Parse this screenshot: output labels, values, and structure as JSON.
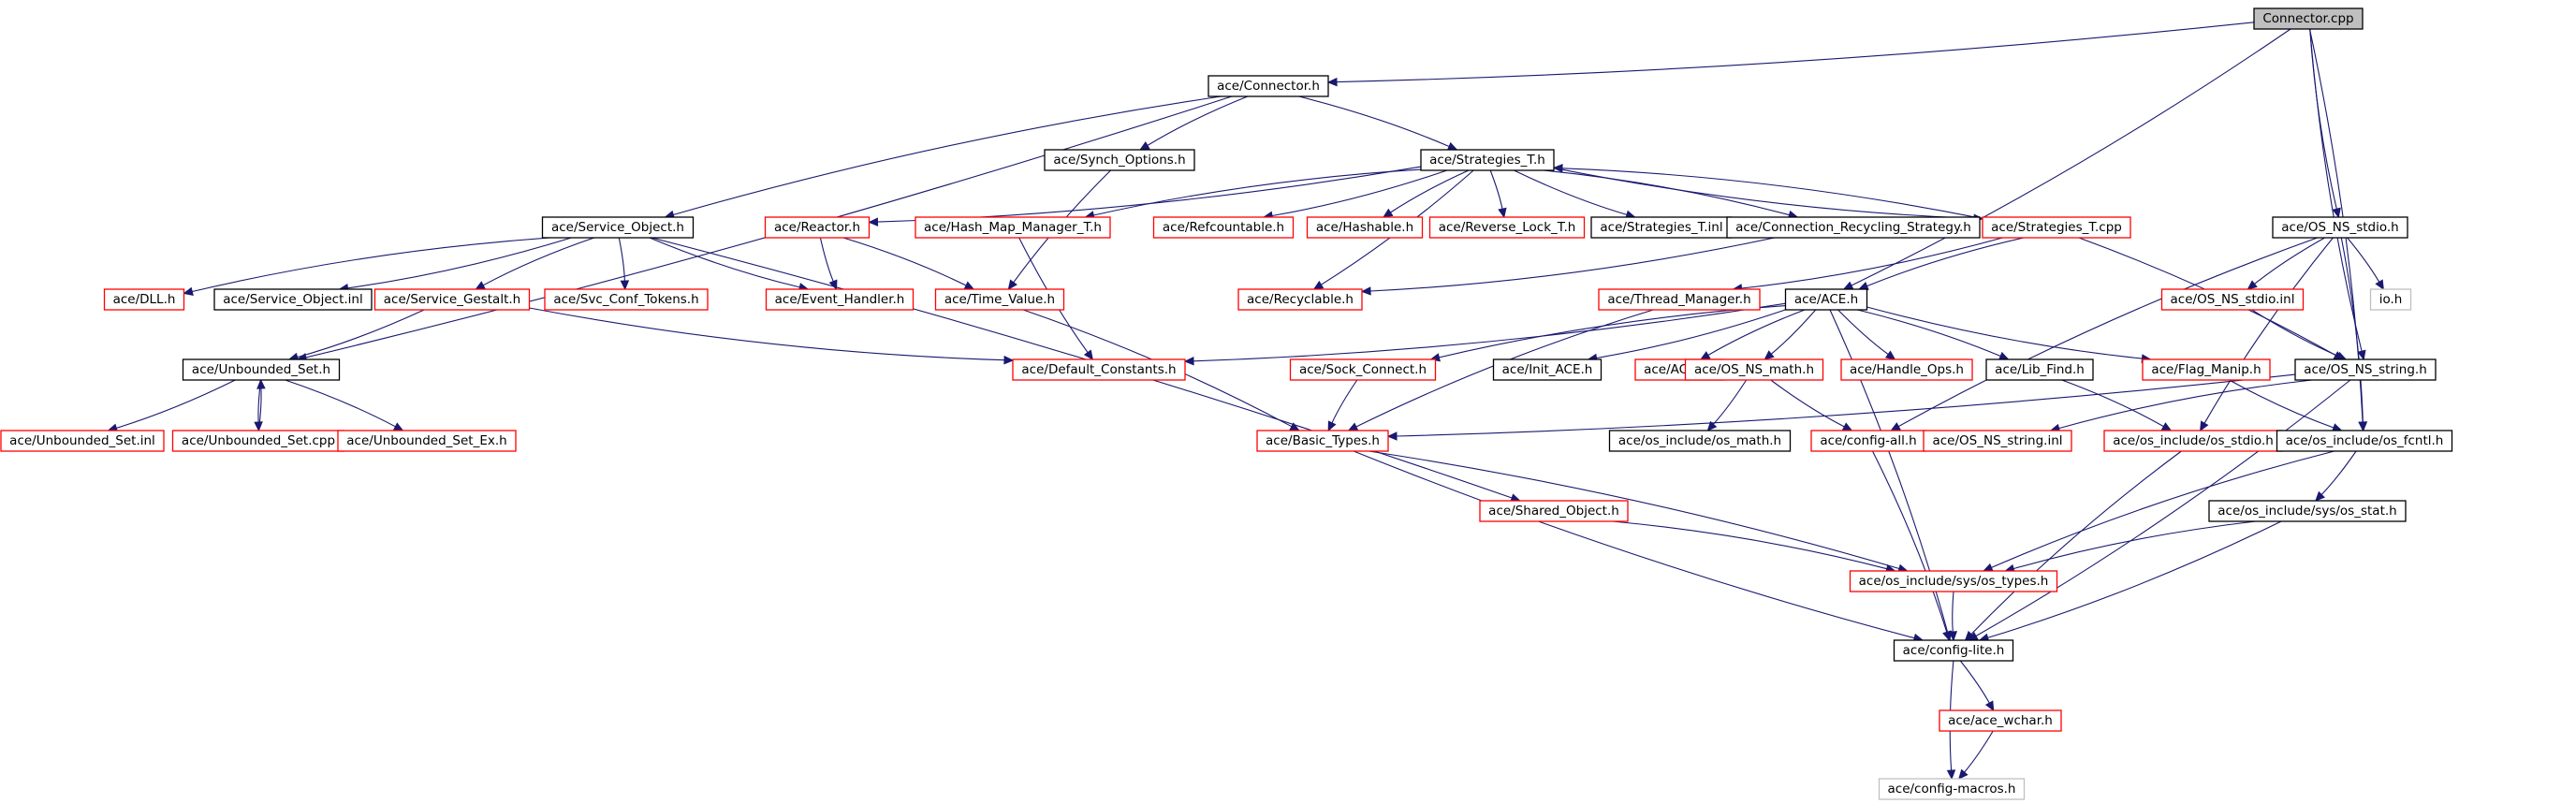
{
  "diagram": {
    "type": "include-dependency-graph",
    "colors": {
      "edge": "#191970",
      "border_documented": "#000000",
      "border_undocumented": "#ff0000",
      "border_external": "#bfbfbf",
      "root_fill": "#bfbfbf"
    },
    "nodes": [
      {
        "id": "n0",
        "label": "Connector.cpp",
        "style": "root"
      },
      {
        "id": "n1",
        "label": "ace/Connector.h",
        "style": "black"
      },
      {
        "id": "n2",
        "label": "ace/Synch_Options.h",
        "style": "black"
      },
      {
        "id": "n3",
        "label": "ace/Strategies_T.h",
        "style": "black"
      },
      {
        "id": "n4",
        "label": "ace/Service_Object.h",
        "style": "black"
      },
      {
        "id": "n5",
        "label": "ace/Reactor.h",
        "style": "red"
      },
      {
        "id": "n6",
        "label": "ace/Hash_Map_Manager_T.h",
        "style": "red"
      },
      {
        "id": "n7",
        "label": "ace/Refcountable.h",
        "style": "red"
      },
      {
        "id": "n8",
        "label": "ace/Hashable.h",
        "style": "red"
      },
      {
        "id": "n9",
        "label": "ace/Reverse_Lock_T.h",
        "style": "red"
      },
      {
        "id": "n10",
        "label": "ace/Strategies_T.inl",
        "style": "black"
      },
      {
        "id": "n11",
        "label": "ace/Connection_Recycling_Strategy.h",
        "style": "black"
      },
      {
        "id": "n12",
        "label": "ace/Strategies_T.cpp",
        "style": "red"
      },
      {
        "id": "n13",
        "label": "ace/OS_NS_stdio.h",
        "style": "black"
      },
      {
        "id": "n14",
        "label": "ace/DLL.h",
        "style": "red"
      },
      {
        "id": "n15",
        "label": "ace/Service_Object.inl",
        "style": "black"
      },
      {
        "id": "n16",
        "label": "ace/Service_Gestalt.h",
        "style": "red"
      },
      {
        "id": "n17",
        "label": "ace/Svc_Conf_Tokens.h",
        "style": "red"
      },
      {
        "id": "n18",
        "label": "ace/Event_Handler.h",
        "style": "red"
      },
      {
        "id": "n19",
        "label": "ace/Time_Value.h",
        "style": "red"
      },
      {
        "id": "n20",
        "label": "ace/Recyclable.h",
        "style": "red"
      },
      {
        "id": "n21",
        "label": "ace/Thread_Manager.h",
        "style": "red"
      },
      {
        "id": "n22",
        "label": "ace/ACE.h",
        "style": "black"
      },
      {
        "id": "n23",
        "label": "ace/OS_NS_stdio.inl",
        "style": "red"
      },
      {
        "id": "n24",
        "label": "io.h",
        "style": "grey"
      },
      {
        "id": "n25",
        "label": "ace/Unbounded_Set.h",
        "style": "black"
      },
      {
        "id": "n26",
        "label": "ace/Default_Constants.h",
        "style": "red"
      },
      {
        "id": "n27",
        "label": "ace/Sock_Connect.h",
        "style": "red"
      },
      {
        "id": "n28",
        "label": "ace/Init_ACE.h",
        "style": "black"
      },
      {
        "id": "n29",
        "label": "ace/ACE.inl",
        "style": "red"
      },
      {
        "id": "n30",
        "label": "ace/OS_NS_math.h",
        "style": "red"
      },
      {
        "id": "n31",
        "label": "ace/Handle_Ops.h",
        "style": "red"
      },
      {
        "id": "n32",
        "label": "ace/Lib_Find.h",
        "style": "black"
      },
      {
        "id": "n33",
        "label": "ace/Flag_Manip.h",
        "style": "red"
      },
      {
        "id": "n34",
        "label": "ace/OS_NS_string.h",
        "style": "black"
      },
      {
        "id": "n35",
        "label": "ace/Unbounded_Set.inl",
        "style": "red"
      },
      {
        "id": "n36",
        "label": "ace/Unbounded_Set.cpp",
        "style": "red"
      },
      {
        "id": "n37",
        "label": "ace/Unbounded_Set_Ex.h",
        "style": "red"
      },
      {
        "id": "n38",
        "label": "ace/Basic_Types.h",
        "style": "red"
      },
      {
        "id": "n39",
        "label": "ace/os_include/os_math.h",
        "style": "black"
      },
      {
        "id": "n40",
        "label": "ace/config-all.h",
        "style": "red"
      },
      {
        "id": "n41",
        "label": "ace/OS_NS_string.inl",
        "style": "red"
      },
      {
        "id": "n42",
        "label": "ace/os_include/os_stdio.h",
        "style": "red"
      },
      {
        "id": "n43",
        "label": "ace/os_include/os_fcntl.h",
        "style": "black"
      },
      {
        "id": "n44",
        "label": "ace/Shared_Object.h",
        "style": "red"
      },
      {
        "id": "n45",
        "label": "ace/os_include/sys/os_stat.h",
        "style": "black"
      },
      {
        "id": "n46",
        "label": "ace/os_include/sys/os_types.h",
        "style": "red"
      },
      {
        "id": "n47",
        "label": "ace/config-lite.h",
        "style": "black"
      },
      {
        "id": "n48",
        "label": "ace/ace_wchar.h",
        "style": "red"
      },
      {
        "id": "n49",
        "label": "ace/config-macros.h",
        "style": "grey"
      }
    ],
    "edges": [
      [
        "n0",
        "n1"
      ],
      [
        "n0",
        "n13"
      ],
      [
        "n0",
        "n22"
      ],
      [
        "n0",
        "n34"
      ],
      [
        "n0",
        "n43"
      ],
      [
        "n1",
        "n2"
      ],
      [
        "n1",
        "n3"
      ],
      [
        "n1",
        "n4"
      ],
      [
        "n1",
        "n25"
      ],
      [
        "n2",
        "n19"
      ],
      [
        "n3",
        "n5"
      ],
      [
        "n3",
        "n6"
      ],
      [
        "n3",
        "n7"
      ],
      [
        "n3",
        "n8"
      ],
      [
        "n3",
        "n9"
      ],
      [
        "n3",
        "n10"
      ],
      [
        "n3",
        "n11"
      ],
      [
        "n3",
        "n12"
      ],
      [
        "n3",
        "n20"
      ],
      [
        "n4",
        "n14"
      ],
      [
        "n4",
        "n15"
      ],
      [
        "n4",
        "n16"
      ],
      [
        "n4",
        "n17"
      ],
      [
        "n4",
        "n18"
      ],
      [
        "n4",
        "n44"
      ],
      [
        "n5",
        "n18"
      ],
      [
        "n5",
        "n19"
      ],
      [
        "n6",
        "n26"
      ],
      [
        "n11",
        "n20"
      ],
      [
        "n12",
        "n3"
      ],
      [
        "n12",
        "n21"
      ],
      [
        "n12",
        "n22"
      ],
      [
        "n12",
        "n34"
      ],
      [
        "n13",
        "n23"
      ],
      [
        "n13",
        "n24"
      ],
      [
        "n13",
        "n42"
      ],
      [
        "n13",
        "n43"
      ],
      [
        "n13",
        "n40"
      ],
      [
        "n16",
        "n25"
      ],
      [
        "n16",
        "n26"
      ],
      [
        "n19",
        "n38"
      ],
      [
        "n21",
        "n38"
      ],
      [
        "n22",
        "n26"
      ],
      [
        "n22",
        "n27"
      ],
      [
        "n22",
        "n28"
      ],
      [
        "n22",
        "n29"
      ],
      [
        "n22",
        "n30"
      ],
      [
        "n22",
        "n31"
      ],
      [
        "n22",
        "n32"
      ],
      [
        "n22",
        "n33"
      ],
      [
        "n22",
        "n47"
      ],
      [
        "n23",
        "n34"
      ],
      [
        "n25",
        "n35"
      ],
      [
        "n25",
        "n36"
      ],
      [
        "n25",
        "n37"
      ],
      [
        "n27",
        "n38"
      ],
      [
        "n30",
        "n39"
      ],
      [
        "n30",
        "n40"
      ],
      [
        "n32",
        "n42"
      ],
      [
        "n33",
        "n43"
      ],
      [
        "n34",
        "n38"
      ],
      [
        "n34",
        "n41"
      ],
      [
        "n34",
        "n47"
      ],
      [
        "n36",
        "n25"
      ],
      [
        "n38",
        "n46"
      ],
      [
        "n38",
        "n47"
      ],
      [
        "n40",
        "n47"
      ],
      [
        "n42",
        "n47"
      ],
      [
        "n43",
        "n45"
      ],
      [
        "n43",
        "n46"
      ],
      [
        "n44",
        "n46"
      ],
      [
        "n45",
        "n46"
      ],
      [
        "n45",
        "n47"
      ],
      [
        "n46",
        "n47"
      ],
      [
        "n47",
        "n48"
      ],
      [
        "n47",
        "n49"
      ],
      [
        "n48",
        "n49"
      ]
    ]
  }
}
